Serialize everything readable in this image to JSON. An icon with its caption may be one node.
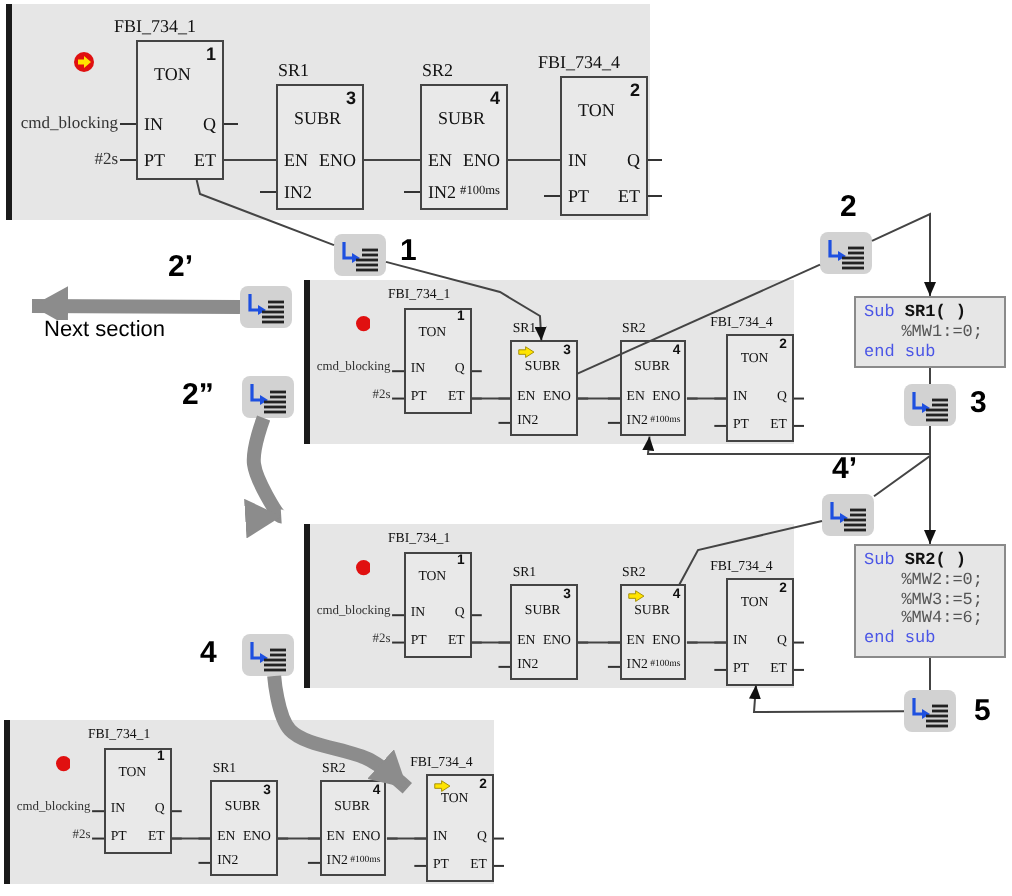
{
  "diagram": {
    "nodes": [
      {
        "text": [],
        "shape": "box"
      },
      {
        "text": [
          "FBI_734_1",
          "1",
          "TON",
          "IN",
          "Q",
          "PT",
          "ET"
        ],
        "beside": [
          "cmd_blocking",
          "#2s"
        ],
        "in": 0
      },
      {
        "text": [
          "SR1",
          "3",
          "SUBR",
          "EN",
          "ENO",
          "IN2"
        ],
        "in": 0
      },
      {
        "text": [
          "SR2",
          "4",
          "SUBR",
          "EN",
          "ENO",
          "IN2",
          "#100ms"
        ],
        "in": 0
      },
      {
        "text": [
          "FBI_734_4",
          "2",
          "TON",
          "IN",
          "Q",
          "PT",
          "ET"
        ],
        "in": 0
      },
      {
        "text": [],
        "shape": "icon",
        "beside": [
          "1"
        ]
      },
      {
        "text": [],
        "shape": "icon",
        "beside": [
          "2’"
        ]
      },
      {
        "text": [],
        "shape": "box"
      },
      {
        "text": [
          "FBI_734_1",
          "1",
          "TON",
          "IN",
          "Q",
          "PT",
          "ET"
        ],
        "beside": [
          "cmd_blocking",
          "#2s"
        ],
        "in": 7
      },
      {
        "text": [
          "SR1",
          "3",
          "SUBR",
          "EN",
          "ENO",
          "IN2"
        ],
        "in": 7
      },
      {
        "text": [
          "SR2",
          "4",
          "SUBR",
          "EN",
          "ENO",
          "IN2",
          "#100ms"
        ],
        "in": 7
      },
      {
        "text": [
          "FBI_734_4",
          "2",
          "TON",
          "IN",
          "Q",
          "PT",
          "ET"
        ],
        "in": 7
      },
      {
        "text": [],
        "shape": "icon",
        "beside": [
          "2"
        ]
      },
      {
        "text": [
          "Sub",
          "SR1( )",
          "%MW1:=0;",
          "end sub"
        ]
      },
      {
        "text": [],
        "shape": "icon",
        "beside": [
          "2”"
        ]
      },
      {
        "text": [],
        "shape": "icon",
        "beside": [
          "3"
        ]
      },
      {
        "text": [],
        "shape": "box"
      },
      {
        "text": [
          "FBI_734_1",
          "1",
          "TON",
          "IN",
          "Q",
          "PT",
          "ET"
        ],
        "beside": [
          "cmd_blocking",
          "#2s"
        ],
        "in": 16
      },
      {
        "text": [
          "SR1",
          "3",
          "SUBR",
          "EN",
          "ENO",
          "IN2"
        ],
        "in": 16
      },
      {
        "text": [
          "SR2",
          "4",
          "SUBR",
          "EN",
          "ENO",
          "IN2",
          "#100ms"
        ],
        "in": 16
      },
      {
        "text": [
          "FBI_734_4",
          "2",
          "TON",
          "IN",
          "Q",
          "PT",
          "ET"
        ],
        "in": 16
      },
      {
        "text": [],
        "shape": "icon",
        "beside": [
          "4’"
        ]
      },
      {
        "text": [
          "Sub",
          "SR2( )",
          "%MW2:=0;",
          "%MW3:=5;",
          "%MW4:=6;",
          "end sub"
        ]
      },
      {
        "text": [],
        "shape": "icon",
        "beside": [
          "4"
        ]
      },
      {
        "text": [],
        "shape": "icon",
        "beside": [
          "5"
        ]
      },
      {
        "text": [],
        "shape": "box"
      },
      {
        "text": [
          "FBI_734_1",
          "1",
          "TON",
          "IN",
          "Q",
          "PT",
          "ET"
        ],
        "beside": [
          "cmd_blocking",
          "#2s"
        ],
        "in": 25
      },
      {
        "text": [
          "SR1",
          "3",
          "SUBR",
          "EN",
          "ENO",
          "IN2"
        ],
        "in": 25
      },
      {
        "text": [
          "SR2",
          "4",
          "SUBR",
          "EN",
          "ENO",
          "IN2",
          "#100ms"
        ],
        "in": 25
      },
      {
        "text": [
          "FBI_734_4",
          "2",
          "TON",
          "IN",
          "Q",
          "PT",
          "ET"
        ],
        "in": 25
      }
    ],
    "edges": [
      {
        "from": 1,
        "to": 5,
        "arrow": "none"
      },
      {
        "from": 5,
        "to": 9,
        "arrow": "to"
      },
      {
        "from": 9,
        "to": 12,
        "arrow": "none"
      },
      {
        "from": 12,
        "to": 13,
        "arrow": "to"
      },
      {
        "from": 13,
        "to": 15,
        "arrow": "none"
      },
      {
        "from": 15,
        "to": 10,
        "arrow": "to"
      },
      {
        "from": 6,
        "to": null,
        "arrow": "to",
        "label": "Next section",
        "style": "thick",
        "color": "#8c8c8c"
      },
      {
        "from": 14,
        "to": 16,
        "arrow": "to",
        "style": "thick",
        "color": "#8c8c8c"
      },
      {
        "from": 19,
        "to": 21,
        "arrow": "none"
      },
      {
        "from": 21,
        "to": 22,
        "arrow": "to"
      },
      {
        "from": 22,
        "to": 24,
        "arrow": "none"
      },
      {
        "from": 24,
        "to": 20,
        "arrow": "to"
      },
      {
        "from": 23,
        "to": 29,
        "arrow": "to",
        "style": "thick",
        "color": "#8c8c8c"
      },
      {
        "from": 1,
        "to": 2,
        "arrow": "none"
      },
      {
        "from": 2,
        "to": 3,
        "arrow": "none"
      },
      {
        "from": 3,
        "to": 4,
        "arrow": "none"
      },
      {
        "from": 8,
        "to": 9,
        "arrow": "none"
      },
      {
        "from": 9,
        "to": 10,
        "arrow": "none"
      },
      {
        "from": 10,
        "to": 11,
        "arrow": "none"
      },
      {
        "from": 17,
        "to": 18,
        "arrow": "none"
      },
      {
        "from": 18,
        "to": 19,
        "arrow": "none"
      },
      {
        "from": 19,
        "to": 20,
        "arrow": "none"
      },
      {
        "from": 26,
        "to": 27,
        "arrow": "none"
      },
      {
        "from": 27,
        "to": 28,
        "arrow": "none"
      },
      {
        "from": 28,
        "to": 29,
        "arrow": "none"
      }
    ]
  }
}
